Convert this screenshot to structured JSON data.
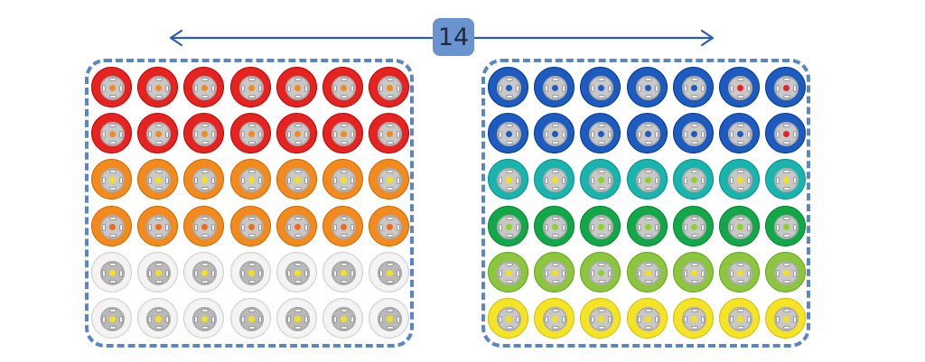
{
  "diagram": {
    "count_label": "14",
    "arrow_color": "#2a5db0",
    "box_border_color": "#5b86c6",
    "badge_color": "#6a94cf",
    "hub_color": "#c8c8c8",
    "columns_per_group": 7,
    "rows_per_group": 6
  },
  "palette": {
    "red": "#e52421",
    "orange": "#f28a1e",
    "white": "#eeeeee",
    "blue": "#1e5bbf",
    "teal": "#19b4ad",
    "green": "#12a84a",
    "lime": "#8cc63f",
    "yellow": "#f5e326",
    "dot_orange": "#f28a1e",
    "dot_yellow": "#f3e11d",
    "dot_orangered": "#ee6a1a",
    "dot_blue": "#1e5bbf",
    "dot_red": "#e8202a",
    "dot_lime": "#8fd12c"
  },
  "groups": [
    {
      "name": "left",
      "rows": [
        {
          "ring": "red",
          "dots": [
            "dot_orange",
            "dot_orange",
            "dot_orange",
            "dot_orange",
            "dot_orange",
            "dot_orange",
            "dot_orange"
          ]
        },
        {
          "ring": "red",
          "dots": [
            "dot_orange",
            "dot_orange",
            "dot_orange",
            "dot_orange",
            "dot_orange",
            "dot_orange",
            "dot_orange"
          ]
        },
        {
          "ring": "orange",
          "dots": [
            "dot_yellow",
            "dot_yellow",
            "dot_yellow",
            "dot_yellow",
            "dot_yellow",
            "dot_yellow",
            "dot_yellow"
          ]
        },
        {
          "ring": "orange",
          "dots": [
            "dot_orangered",
            "dot_orangered",
            "dot_orangered",
            "dot_orangered",
            "dot_orangered",
            "dot_orangered",
            "dot_orangered"
          ]
        },
        {
          "ring": "white",
          "dots": [
            "dot_yellow",
            "dot_yellow",
            "dot_yellow",
            "dot_yellow",
            "dot_yellow",
            "dot_yellow",
            "dot_yellow"
          ]
        },
        {
          "ring": "white",
          "dots": [
            "dot_yellow",
            "dot_yellow",
            "dot_yellow",
            "dot_yellow",
            "dot_yellow",
            "dot_yellow",
            "dot_yellow"
          ]
        }
      ]
    },
    {
      "name": "right",
      "rows": [
        {
          "ring": "blue",
          "dots": [
            "dot_blue",
            "dot_blue",
            "dot_blue",
            "dot_blue",
            "dot_blue",
            "dot_red",
            "dot_red"
          ]
        },
        {
          "ring": "blue",
          "dots": [
            "dot_blue",
            "dot_blue",
            "dot_blue",
            "dot_blue",
            "dot_blue",
            "dot_blue",
            "dot_red"
          ]
        },
        {
          "ring": "teal",
          "dots": [
            "dot_yellow",
            "dot_yellow",
            "dot_lime",
            "dot_lime",
            "dot_lime",
            "dot_yellow",
            "dot_yellow"
          ]
        },
        {
          "ring": "green",
          "dots": [
            "dot_lime",
            "dot_lime",
            "dot_lime",
            "dot_lime",
            "dot_lime",
            "dot_lime",
            "dot_lime"
          ]
        },
        {
          "ring": "lime",
          "dots": [
            "dot_yellow",
            "dot_yellow",
            "dot_lime",
            "dot_yellow",
            "dot_yellow",
            "dot_yellow",
            "dot_yellow"
          ]
        },
        {
          "ring": "yellow",
          "dots": [
            "dot_yellow",
            "dot_yellow",
            "dot_yellow",
            "dot_yellow",
            "dot_yellow",
            "dot_yellow",
            "dot_yellow"
          ]
        }
      ]
    }
  ]
}
